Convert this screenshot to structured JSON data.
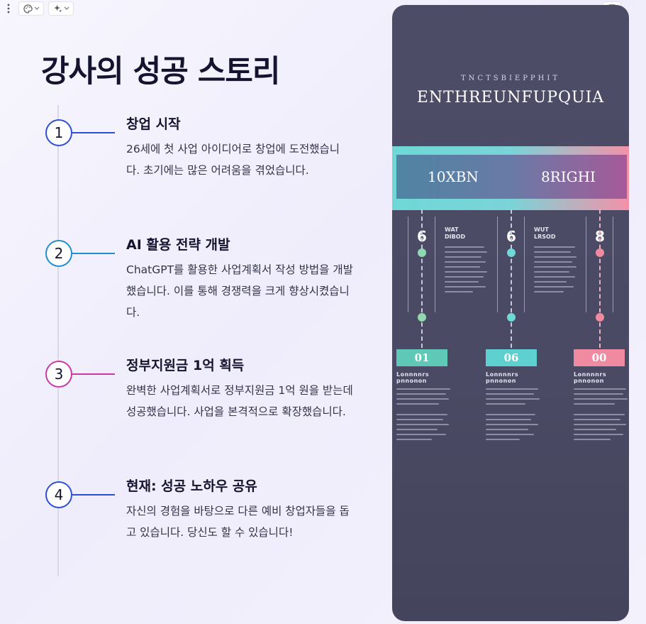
{
  "page": {
    "title": "강사의 성공 스토리"
  },
  "timeline": [
    {
      "number": "1",
      "heading": "창업 시작",
      "description": "26세에 첫 사업 아이디어로 창업에 도전했습니다. 초기에는 많은 어려움을 겪었습니다.",
      "color": "#2d4fd8"
    },
    {
      "number": "2",
      "heading": "AI 활용 전략 개발",
      "description": "ChatGPT를 활용한 사업계획서 작성 방법을 개발했습니다. 이를 통해 경쟁력을 크게 향상시켰습니다.",
      "color": "#1f8fd0"
    },
    {
      "number": "3",
      "heading": "정부지원금 1억 획득",
      "description": "완벽한 사업계획서로 정부지원금 1억 원을 받는데 성공했습니다. 사업을 본격적으로 확장했습니다.",
      "color": "#c93aa8"
    },
    {
      "number": "4",
      "heading": "현재: 성공 노하우 공유",
      "description": "자신의 경험을 바탕으로 다른 예비 창업자들을 돕고 있습니다. 당신도 할 수 있습니다!",
      "color": "#2d4fd8"
    }
  ],
  "infographic": {
    "subtitle": "TNCTSBIEPPHIT",
    "title": "ENTHREUNFUPQUIA",
    "banner_left": "10XBN",
    "banner_right": "8RIGHI",
    "columns": [
      {
        "number": "6",
        "label_line1": "WAT",
        "label_line2": "DIBOD",
        "tag": "01",
        "tag_color": "#5fc8b6",
        "dot_color": "#8fd8b0",
        "caption": "Lonnnnrs pnnonon"
      },
      {
        "number": "6",
        "label_line1": "WUT",
        "label_line2": "LRSOD",
        "tag": "06",
        "tag_color": "#5ed0d0",
        "dot_color": "#6fd8d8",
        "caption": "Lonnnnrs pnnonon"
      },
      {
        "number": "8",
        "label_line1": "",
        "label_line2": "",
        "tag": "00",
        "tag_color": "#f08aa0",
        "dot_color": "#f08aa0",
        "caption": "Lonnnnrs pnnonon"
      }
    ]
  },
  "toolbar": {
    "icons": [
      "more-vertical-icon",
      "palette-icon",
      "sparkle-icon",
      "notes-icon"
    ]
  }
}
